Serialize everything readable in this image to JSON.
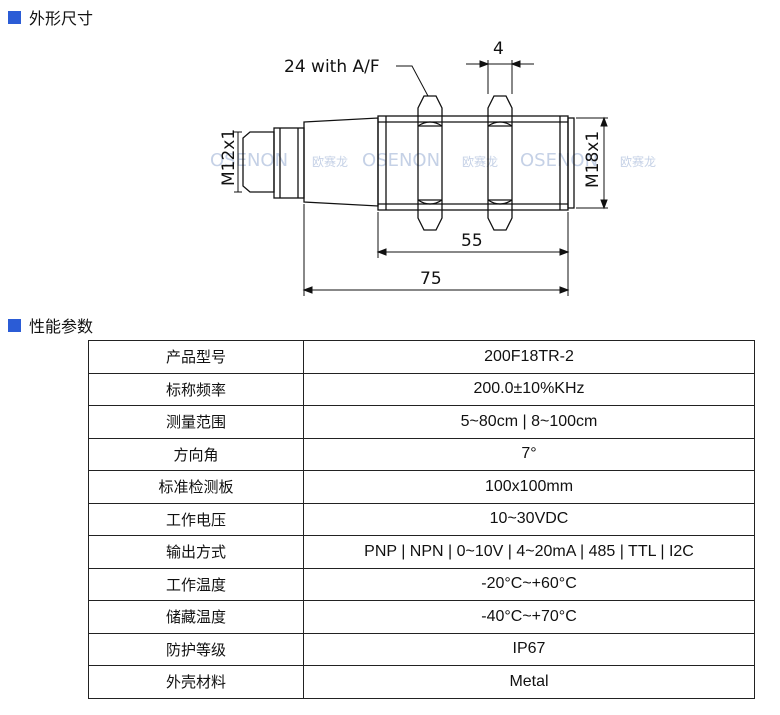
{
  "sections": {
    "dimensions_title": "外形尺寸",
    "specs_title": "性能参数"
  },
  "drawing": {
    "wrench_label": "24 with A/F",
    "nut_width_label": "4",
    "thread_left_label": "M12x1",
    "thread_right_label": "M18x1",
    "thread_length_label": "55",
    "total_length_label": "75",
    "watermark_text": "OSENON",
    "watermark_cn": "欧赛龙"
  },
  "specs": [
    {
      "label": "产品型号",
      "value": "200F18TR-2"
    },
    {
      "label": "标称频率",
      "value": "200.0±10%KHz"
    },
    {
      "label": "测量范围",
      "value": "5~80cm | 8~100cm"
    },
    {
      "label": "方向角",
      "value": "7°"
    },
    {
      "label": "标准检测板",
      "value": "100x100mm"
    },
    {
      "label": "工作电压",
      "value": "10~30VDC"
    },
    {
      "label": "输出方式",
      "value": "PNP | NPN | 0~10V | 4~20mA | 485 | TTL | I2C"
    },
    {
      "label": "工作温度",
      "value": "-20°C~+60°C"
    },
    {
      "label": "储藏温度",
      "value": "-40°C~+70°C"
    },
    {
      "label": "防护等级",
      "value": "IP67"
    },
    {
      "label": "外壳材料",
      "value": "Metal"
    }
  ]
}
